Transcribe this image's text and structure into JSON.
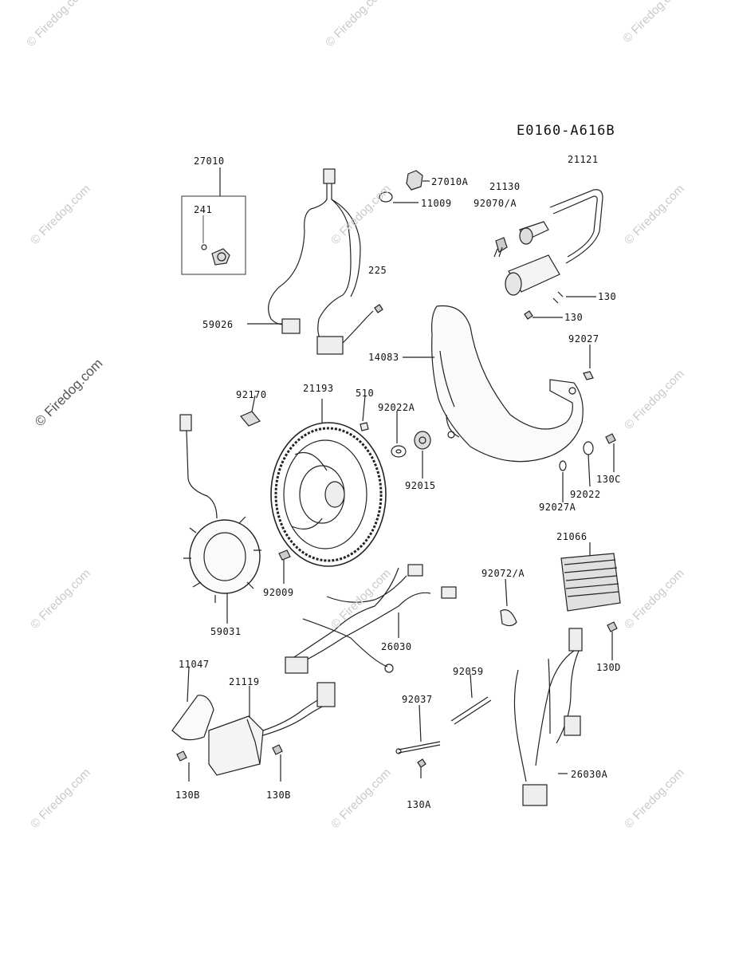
{
  "diagram_code": "E0160-A616B",
  "watermark": "© Firedog.com",
  "parts": {
    "p27010": "27010",
    "p241": "241",
    "p27010A": "27010A",
    "p11009": "11009",
    "p21121": "21121",
    "p21130": "21130",
    "p92070A": "92070/A",
    "p130a": "130",
    "p130b": "130",
    "p225": "225",
    "p59026": "59026",
    "p14083": "14083",
    "p92027": "92027",
    "p92170": "92170",
    "p21193": "21193",
    "p510": "510",
    "p92022A": "92022A",
    "p92015": "92015",
    "p130C": "130C",
    "p92022": "92022",
    "p92027A": "92027A",
    "p21066": "21066",
    "p92072A": "92072/A",
    "p92009": "92009",
    "p59031": "59031",
    "p26030": "26030",
    "p130D": "130D",
    "p11047": "11047",
    "p21119": "21119",
    "p92059": "92059",
    "p92037": "92037",
    "p26030A": "26030A",
    "p130B1": "130B",
    "p130B2": "130B",
    "p130A": "130A"
  }
}
